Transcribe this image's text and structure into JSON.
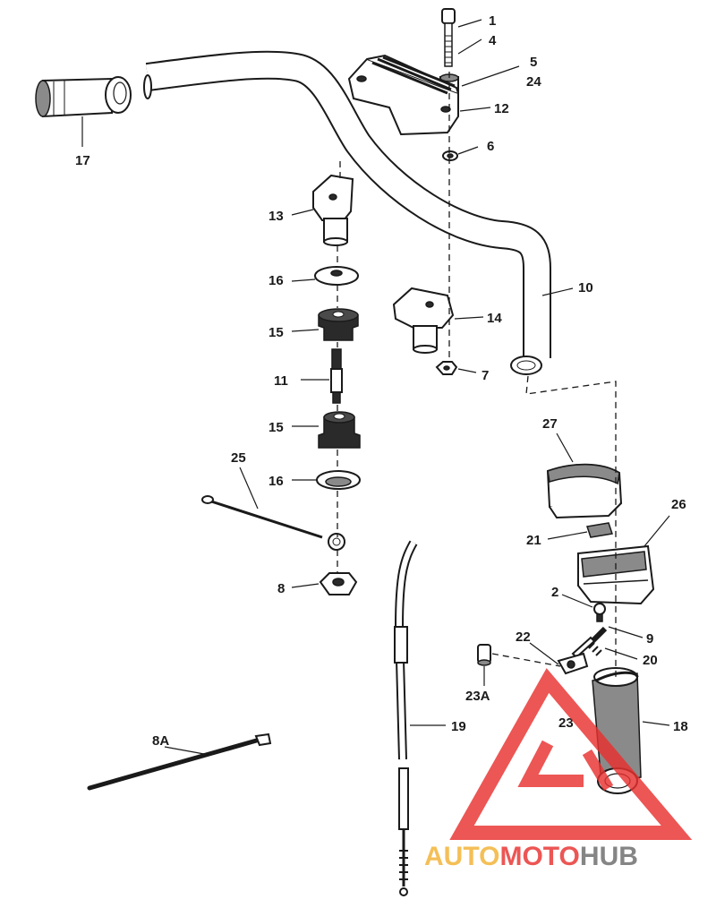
{
  "diagram": {
    "labels": {
      "p1": "1",
      "p4": "4",
      "p5": "5",
      "p24": "24",
      "p12": "12",
      "p6": "6",
      "p17": "17",
      "p13": "13",
      "p10": "10",
      "p16a": "16",
      "p14": "14",
      "p15a": "15",
      "p11": "11",
      "p7": "7",
      "p15b": "15",
      "p27": "27",
      "p16b": "16",
      "p25": "25",
      "p26": "26",
      "p21": "21",
      "p8": "8",
      "p2": "2",
      "p9": "9",
      "p22": "22",
      "p20": "20",
      "p23a": "23A",
      "p23": "23",
      "p18": "18",
      "p8a": "8A",
      "p19": "19"
    },
    "colors": {
      "line": "#1a1a1a",
      "watermark_red": "#e8312f",
      "watermark_gray": "#6b6b6b"
    }
  },
  "watermark": {
    "part_auto": "AUTO",
    "part_moto": "MOTO",
    "part_hub": "HUB"
  }
}
